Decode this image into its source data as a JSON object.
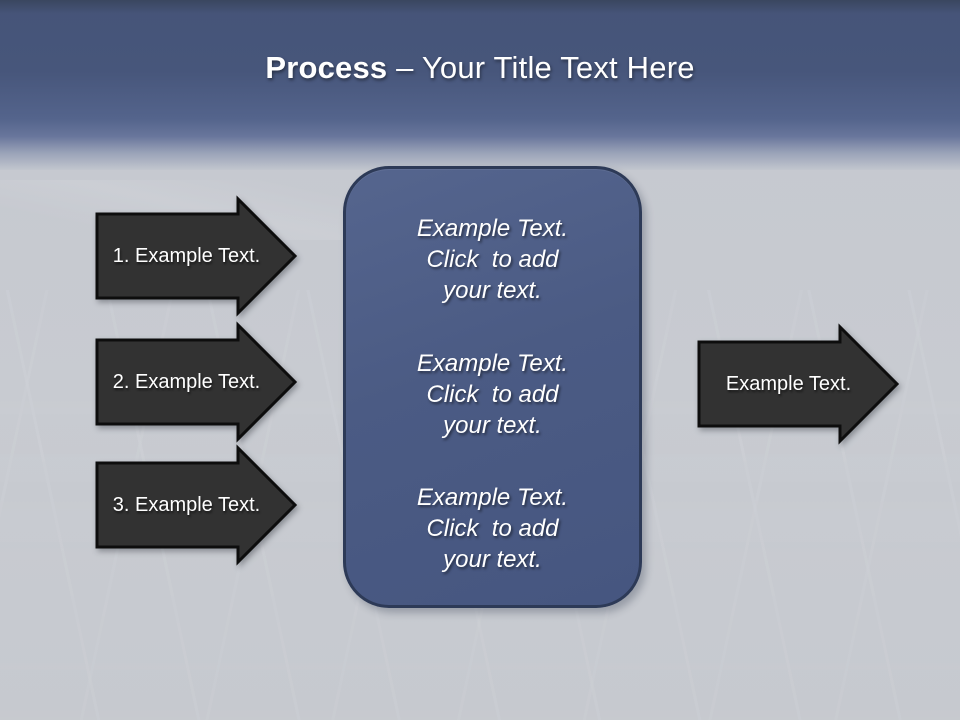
{
  "title": {
    "emphasis": "Process",
    "rest": " – Your Title Text Here"
  },
  "left_arrows": [
    {
      "label": "1. Example Text."
    },
    {
      "label": "2. Example Text."
    },
    {
      "label": "3. Example Text."
    }
  ],
  "right_arrow": {
    "label": "Example Text."
  },
  "center_box": {
    "blocks": [
      {
        "line1": "Example Text.",
        "line2": "Click  to add",
        "line3": "your text."
      },
      {
        "line1": "Example Text.",
        "line2": "Click  to add",
        "line3": "your text."
      },
      {
        "line1": "Example Text.",
        "line2": "Click  to add",
        "line3": "your text."
      }
    ]
  },
  "colors": {
    "header_top": "#3a465f",
    "header_mid": "#47567b",
    "background": "#c7cad1",
    "box_fill": "#4b5b84",
    "box_border": "#2d3a57",
    "arrow_fill": "#323232",
    "arrow_border": "#0d0d0d",
    "text": "#ffffff"
  }
}
